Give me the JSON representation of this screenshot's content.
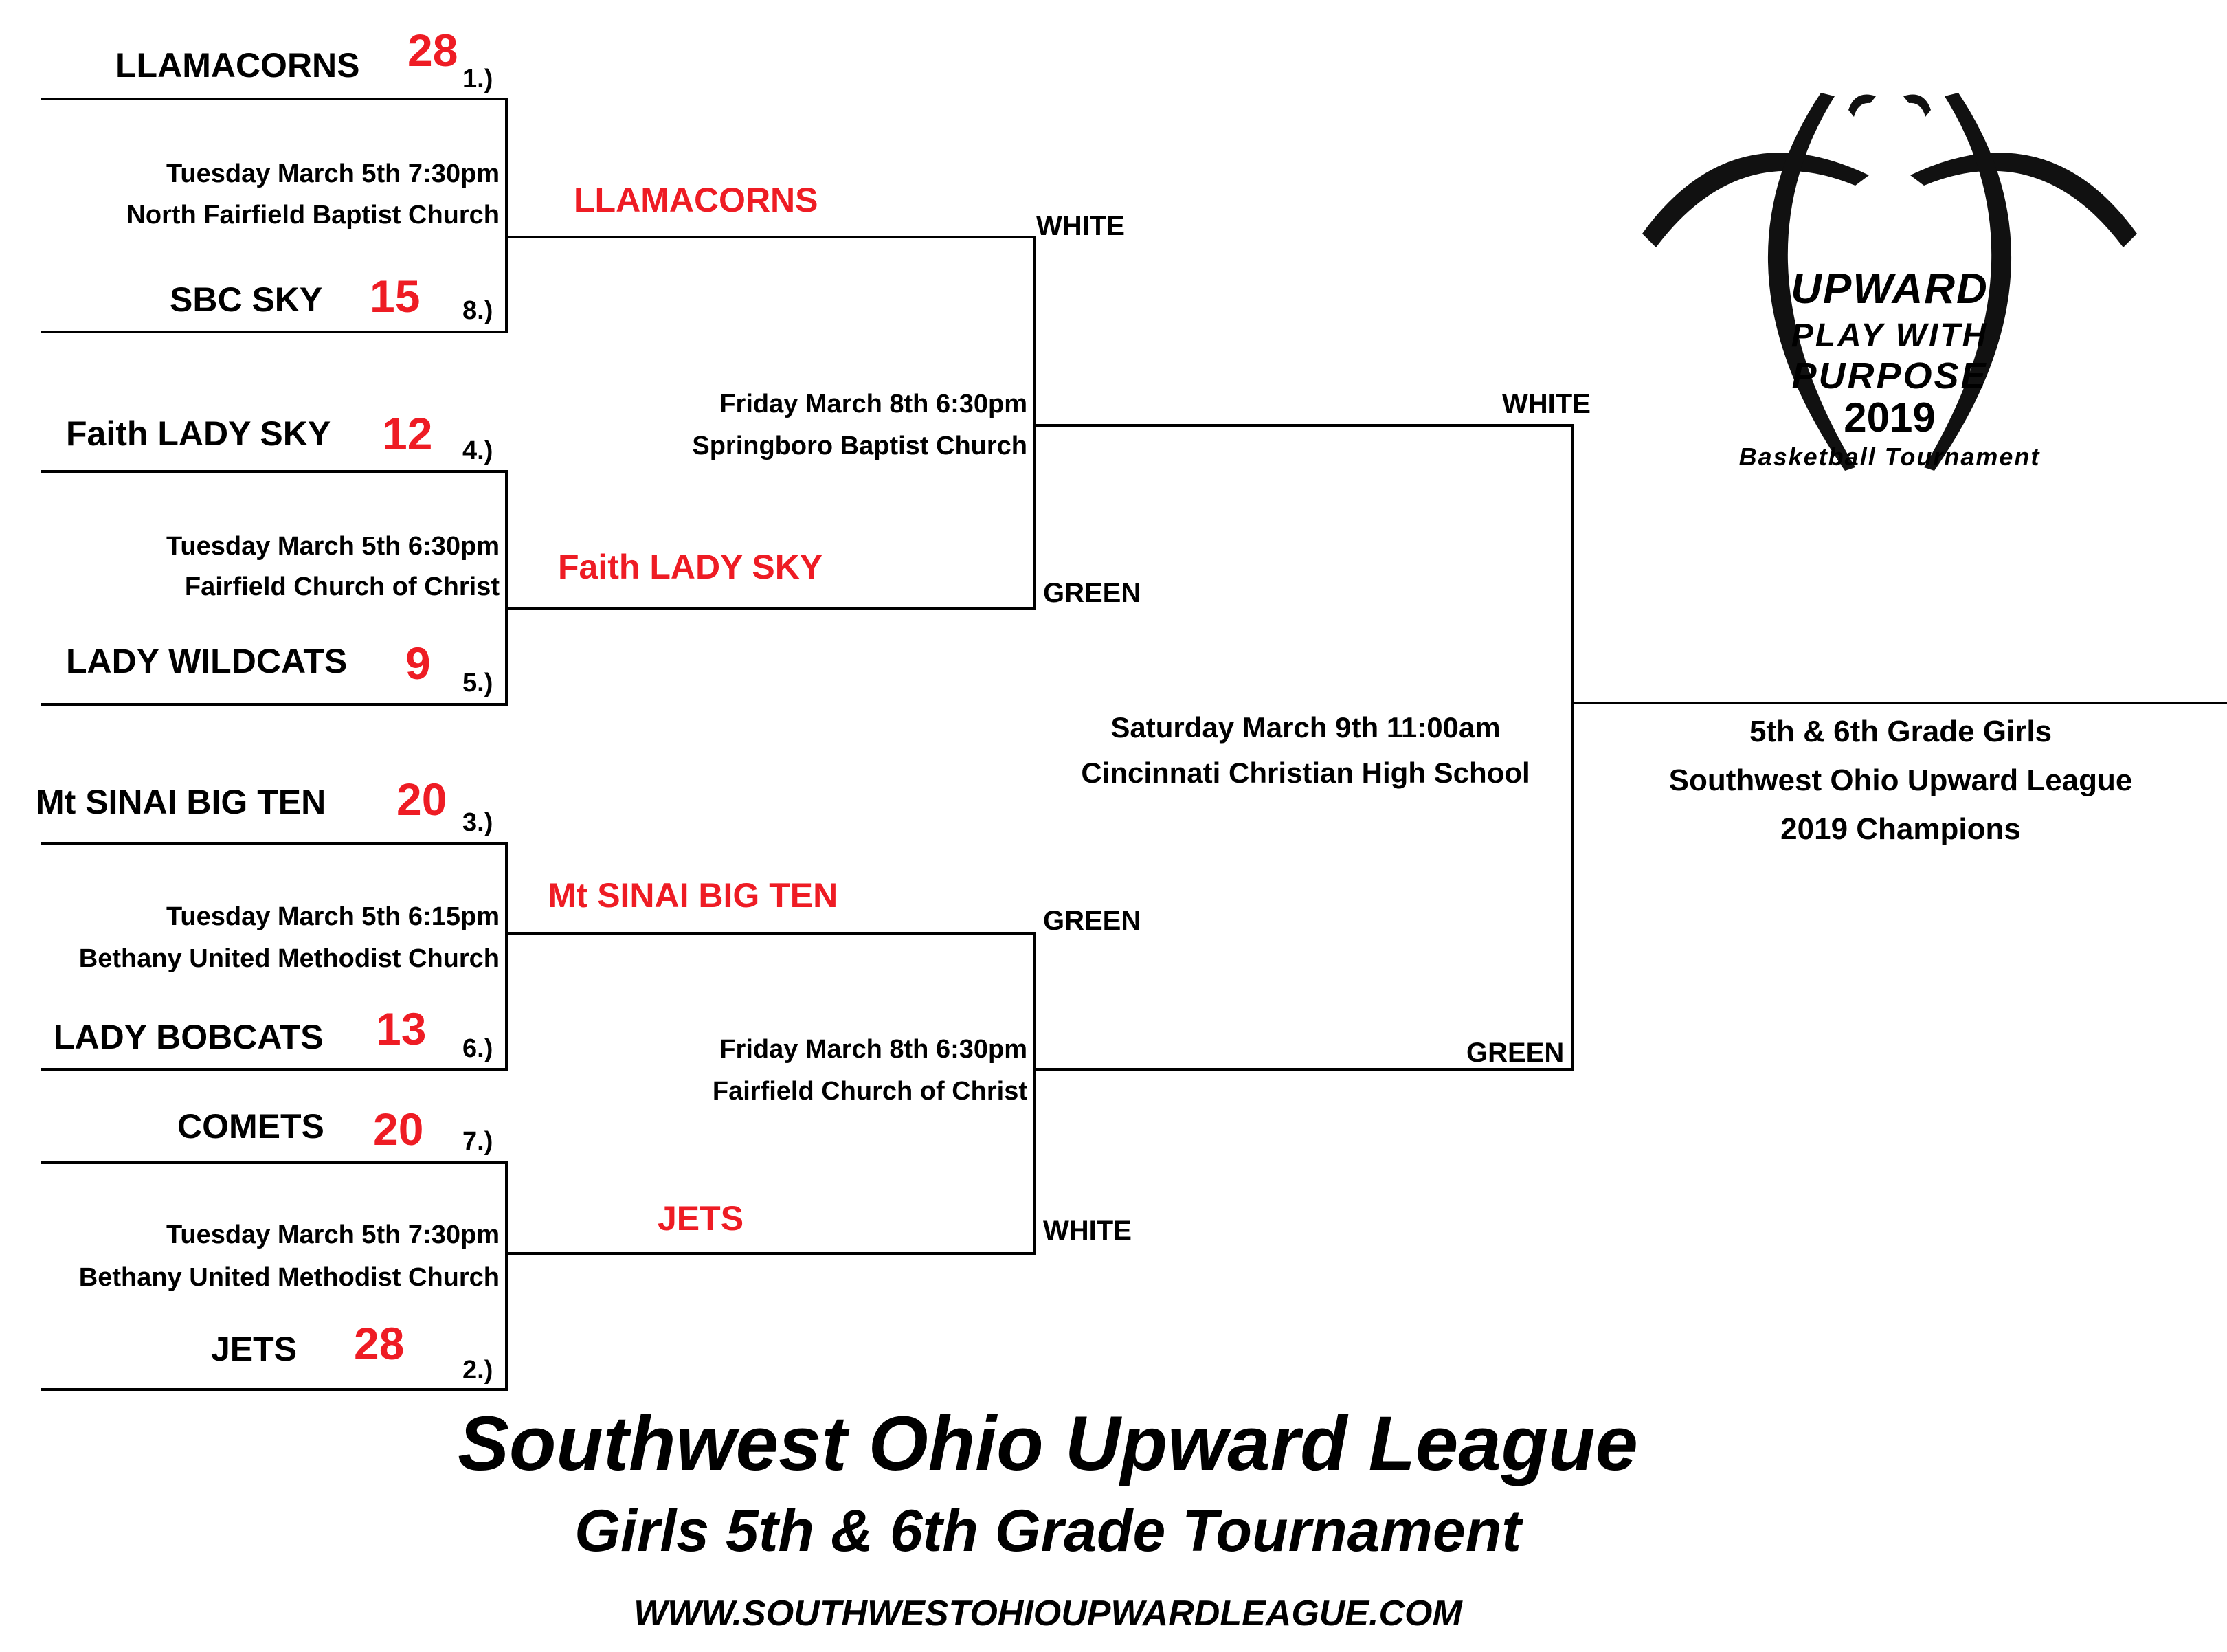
{
  "colors": {
    "line": "#000000",
    "score": "#ee1c24",
    "winner": "#ee1c24",
    "text": "#000000"
  },
  "round1": [
    {
      "date": "Tuesday March 5th 7:30pm",
      "venue": "North Fairfield Baptist Church",
      "top": {
        "name": "LLAMACORNS",
        "score": "28",
        "seed": "1.)"
      },
      "bottom": {
        "name": "SBC SKY",
        "score": "15",
        "seed": "8.)"
      },
      "winner": "LLAMACORNS"
    },
    {
      "date": "Tuesday March 5th 6:30pm",
      "venue": "Fairfield Church of Christ",
      "top": {
        "name": "Faith LADY SKY",
        "score": "12",
        "seed": "4.)"
      },
      "bottom": {
        "name": "LADY WILDCATS",
        "score": "9",
        "seed": "5.)"
      },
      "winner": "Faith LADY SKY"
    },
    {
      "date": "Tuesday March 5th 6:15pm",
      "venue": "Bethany United Methodist Church",
      "top": {
        "name": "Mt SINAI BIG TEN",
        "score": "20",
        "seed": "3.)"
      },
      "bottom": {
        "name": "LADY BOBCATS",
        "score": "13",
        "seed": "6.)"
      },
      "winner": "Mt SINAI BIG TEN"
    },
    {
      "date": "Tuesday March 5th 7:30pm",
      "venue": "Bethany United Methodist Church",
      "top": {
        "name": "COMETS",
        "score": "20",
        "seed": "7.)"
      },
      "bottom": {
        "name": "JETS",
        "score": "28",
        "seed": "2.)"
      },
      "winner": "JETS"
    }
  ],
  "round2": [
    {
      "date": "Friday March 8th 6:30pm",
      "venue": "Springboro Baptist Church",
      "top_color": "WHITE",
      "bottom_color": "GREEN",
      "result_color": "WHITE"
    },
    {
      "date": "Friday March 8th 6:30pm",
      "venue": "Fairfield Church of Christ",
      "top_color": "GREEN",
      "bottom_color": "WHITE",
      "result_color": "GREEN"
    }
  ],
  "final": {
    "date": "Saturday March 9th 11:00am",
    "venue": "Cincinnati Christian High School"
  },
  "champion": {
    "line1": "5th & 6th Grade Girls",
    "line2": "Southwest Ohio Upward League",
    "line3": "2019 Champions"
  },
  "logo": {
    "brand": "UPWARD",
    "line1": "PLAY WITH",
    "line2": "PURPOSE",
    "year": "2019",
    "line3": "Basketball Tournament"
  },
  "footer": {
    "title": "Southwest Ohio Upward League",
    "subtitle": "Girls 5th & 6th Grade Tournament",
    "url": "WWW.SOUTHWESTOHIOUPWARDLEAGUE.COM"
  }
}
